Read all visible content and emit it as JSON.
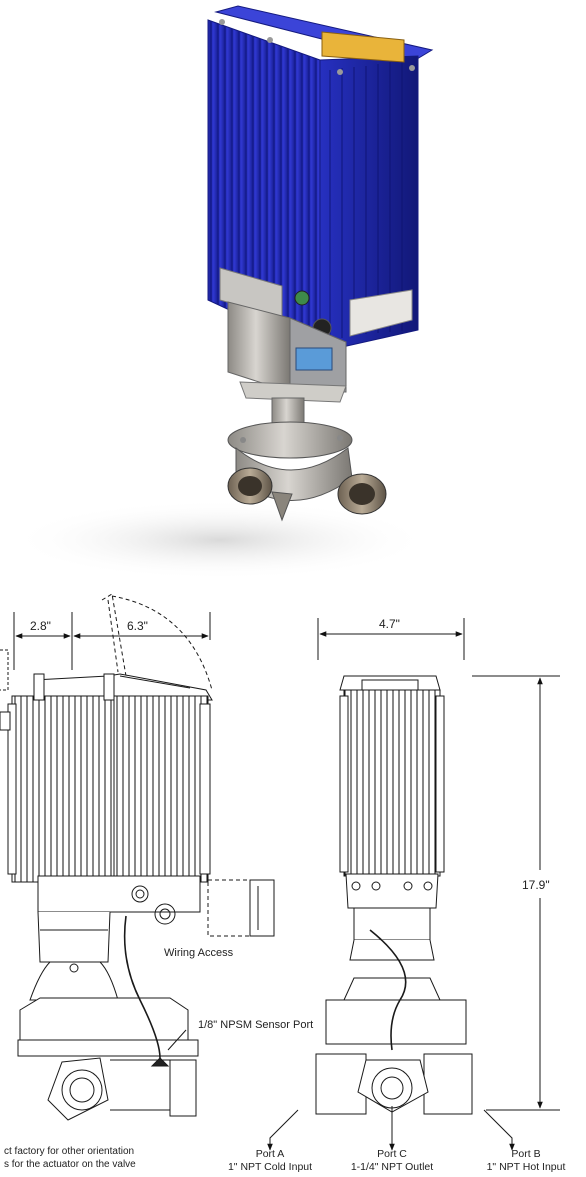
{
  "dimensions": {
    "top_left": "2.8\"",
    "top_right": "6.3\"",
    "width": "4.7\"",
    "height": "17.9\""
  },
  "labels": {
    "wiring_access": "Wiring Access",
    "sensor_port": "1/8\" NPSM Sensor Port",
    "note_line1": "ct factory for other orientation",
    "note_line2": "s for the actuator on the valve"
  },
  "ports": [
    {
      "name": "Port A",
      "spec": "1\" NPT Cold Input"
    },
    {
      "name": "Port C",
      "spec": "1-1/4\" NPT Outlet"
    },
    {
      "name": "Port B",
      "spec": "1\" NPT Hot Input"
    }
  ],
  "colors": {
    "actuator_blue": "#2a33c8",
    "actuator_dark": "#141a80",
    "display_amber": "#e9b43a",
    "steel": "#b8b4ad",
    "line": "#1a1a1a"
  }
}
